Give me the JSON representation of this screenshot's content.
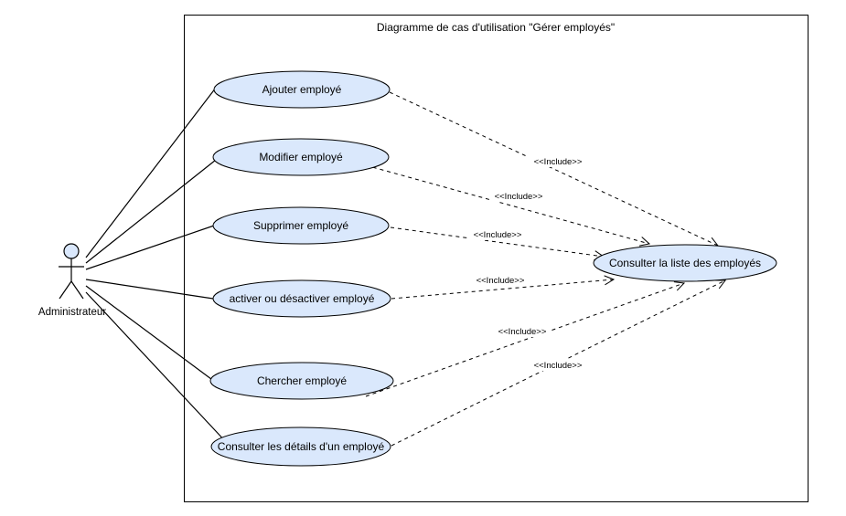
{
  "system": {
    "title": "Diagramme de cas d'utilisation \"Gérer employés\""
  },
  "actor": {
    "name": "Administrateur"
  },
  "use_cases": [
    {
      "id": "uc-ajouter",
      "label": "Ajouter employé"
    },
    {
      "id": "uc-modifier",
      "label": "Modifier employé"
    },
    {
      "id": "uc-supprimer",
      "label": "Supprimer employé"
    },
    {
      "id": "uc-activer",
      "label": "activer ou désactiver employé"
    },
    {
      "id": "uc-chercher",
      "label": "Chercher employé"
    },
    {
      "id": "uc-details",
      "label": "Consulter les détails d'un employé"
    }
  ],
  "target_use_case": {
    "id": "uc-consulter-liste",
    "label": "Consulter la liste des employés"
  },
  "relations": {
    "include_label": "<<Include>>"
  },
  "colors": {
    "use_case_fill": "#dae8fc",
    "stroke": "#000000",
    "actor_fill": "#dae8fc"
  }
}
